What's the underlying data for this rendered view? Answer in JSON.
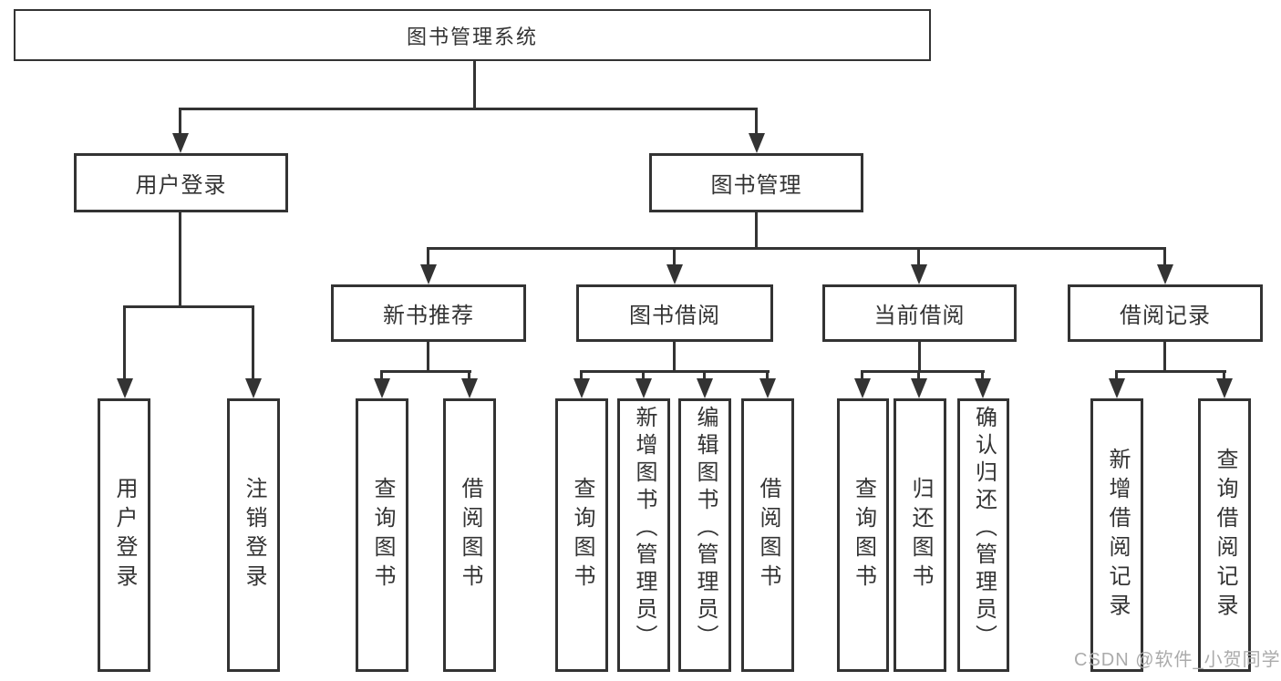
{
  "diagram": {
    "root": {
      "label": "图书管理系统"
    },
    "branches": [
      {
        "label": "用户登录",
        "leaves": [
          "用户登录",
          "注销登录"
        ]
      },
      {
        "label": "图书管理",
        "groups": [
          {
            "label": "新书推荐",
            "leaves": [
              "查询图书",
              "借阅图书"
            ]
          },
          {
            "label": "图书借阅",
            "leaves": [
              "查询图书",
              "新增图书（管理员）",
              "编辑图书（管理员）",
              "借阅图书"
            ]
          },
          {
            "label": "当前借阅",
            "leaves": [
              "查询图书",
              "归还图书",
              "确认归还（管理员）"
            ]
          },
          {
            "label": "借阅记录",
            "leaves": [
              "新增借阅记录",
              "查询借阅记录"
            ]
          }
        ]
      }
    ]
  },
  "watermark": "CSDN @软件_小贺同学",
  "colors": {
    "line": "#333333",
    "text": "#333333",
    "watermark": "#ababab",
    "background": "#ffffff"
  }
}
